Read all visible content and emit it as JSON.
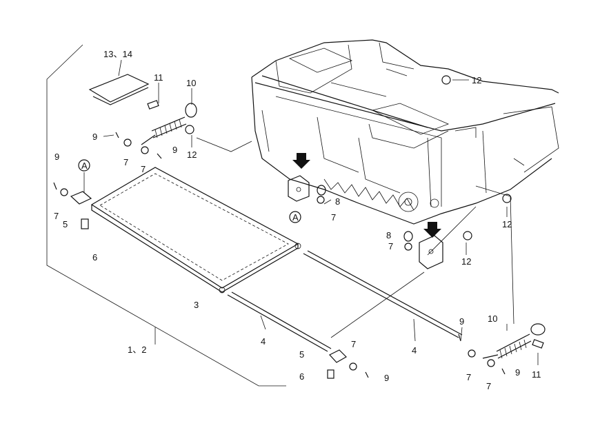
{
  "title": "",
  "callouts": {
    "c_13_14": "13、14",
    "c_11_top": "11",
    "c_10_top": "10",
    "c_12_top_center": "12",
    "c_9_top": "9",
    "c_7_top_a": "7",
    "c_7_top_b": "7",
    "c_9_top_b": "9",
    "c_12_top_right": "12",
    "c_9_left": "9",
    "c_A_left": "A",
    "c_7_left": "7",
    "c_5_left": "5",
    "c_6_left": "6",
    "c_A_center": "A",
    "c_8_center": "8",
    "c_7_center": "7",
    "c_8_right": "8",
    "c_7_right": "7",
    "c_12_right_a": "12",
    "c_12_right_b": "12",
    "c_3": "3",
    "c_1_2": "1、2",
    "c_4_left": "4",
    "c_4_right": "4",
    "c_9_bottom": "9",
    "c_10_bottom": "10",
    "c_5_bottom": "5",
    "c_7_bottom_a": "7",
    "c_6_bottom": "6",
    "c_9_bottom_b": "9",
    "c_7_bottom_b": "7",
    "c_7_bottom_c": "7",
    "c_9_bottom_c": "9",
    "c_11_bottom": "11"
  }
}
